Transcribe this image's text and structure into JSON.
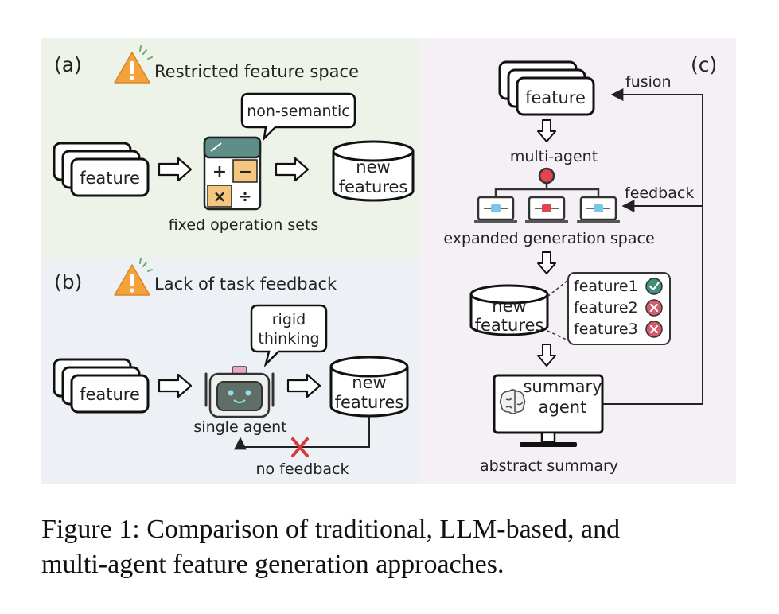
{
  "colors": {
    "panel_a_bg": "#eef3ea",
    "panel_b_bg": "#edf1f6",
    "panel_c_bg": "#f5f0f6",
    "warning": "#f4a23a",
    "calc_top": "#5e8f86",
    "calc_orange": "#f5c77e",
    "check_green": "#3f8f7a",
    "cross_red": "#d65b6b",
    "no_feedback_x": "#d63b3b",
    "robot_body": "#5f6f67",
    "robot_antenna": "#e9a8c7",
    "node_red": "#e0444f"
  },
  "panel_a": {
    "tag": "(a)",
    "warning_title": "Restricted feature space",
    "feature_label": "feature",
    "speech_bubble": "non-semantic",
    "operator_glyphs": [
      "+",
      "−",
      "×",
      "÷"
    ],
    "tool_caption": "fixed operation sets",
    "output_label_line1": "new",
    "output_label_line2": "features"
  },
  "panel_b": {
    "tag": "(b)",
    "warning_title": "Lack of task feedback",
    "feature_label": "feature",
    "speech_line1": "rigid",
    "speech_line2": "thinking",
    "agent_caption": "single agent",
    "output_label_line1": "new",
    "output_label_line2": "features",
    "feedback_caption": "no feedback"
  },
  "panel_c": {
    "tag": "(c)",
    "feature_label": "feature",
    "fusion_label": "fusion",
    "multi_agent_label": "multi-agent",
    "feedback_label": "feedback",
    "space_caption": "expanded generation space",
    "output_label_line1": "new",
    "output_label_line2": "features",
    "feature_list": [
      {
        "name": "feature1",
        "status": "accepted"
      },
      {
        "name": "feature2",
        "status": "rejected"
      },
      {
        "name": "feature3",
        "status": "rejected"
      }
    ],
    "summary_line1": "summary",
    "summary_line2": "agent",
    "summary_caption": "abstract summary"
  },
  "caption": {
    "line1": "Figure 1: Comparison of traditional, LLM-based, and",
    "line2": "multi-agent feature generation approaches."
  }
}
